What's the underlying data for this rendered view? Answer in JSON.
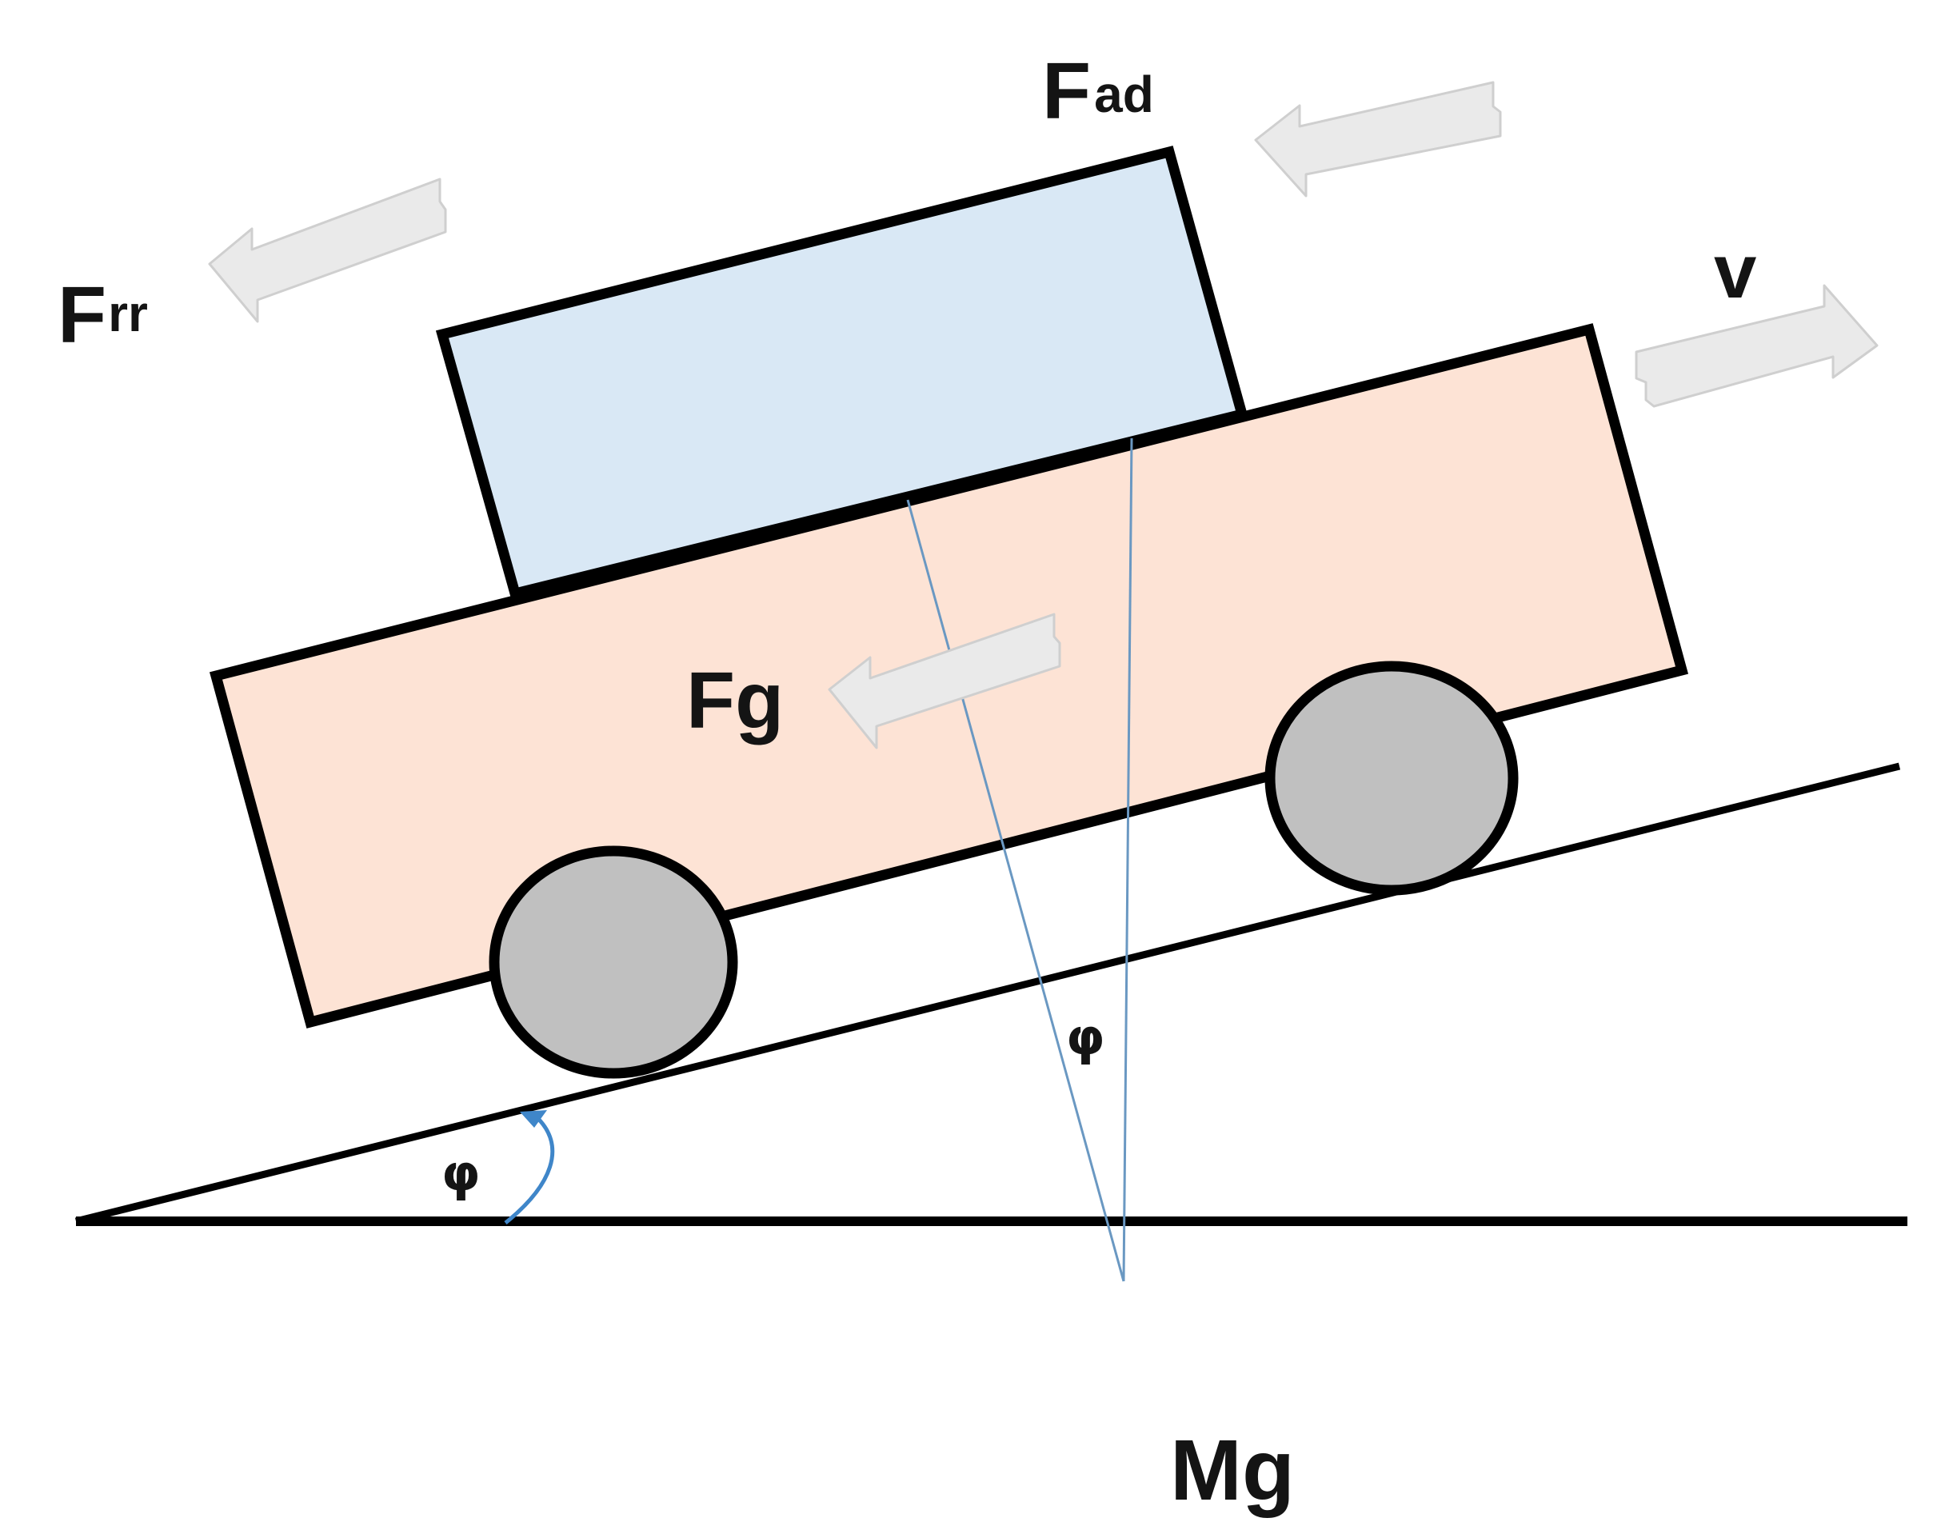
{
  "labels": {
    "f_ad_main": "F",
    "f_ad_sub": "ad",
    "f_rr_main": "F",
    "f_rr_sub": "rr",
    "f_g": "Fg",
    "v": "v",
    "mg": "Mg",
    "phi_incline": "φ",
    "phi_body": "φ"
  },
  "colors": {
    "cabin": "#d9e8f5",
    "body": "#fde3d5",
    "wheel": "#c0c0c0",
    "outline": "#000000",
    "arrow_fill": "#eaeaea",
    "arrow_stroke": "#cfcfcf",
    "guide_line": "#6a98c2",
    "angle_arc": "#3f86c9"
  },
  "icons": {
    "force_arrow": "block-arrow-icon"
  }
}
